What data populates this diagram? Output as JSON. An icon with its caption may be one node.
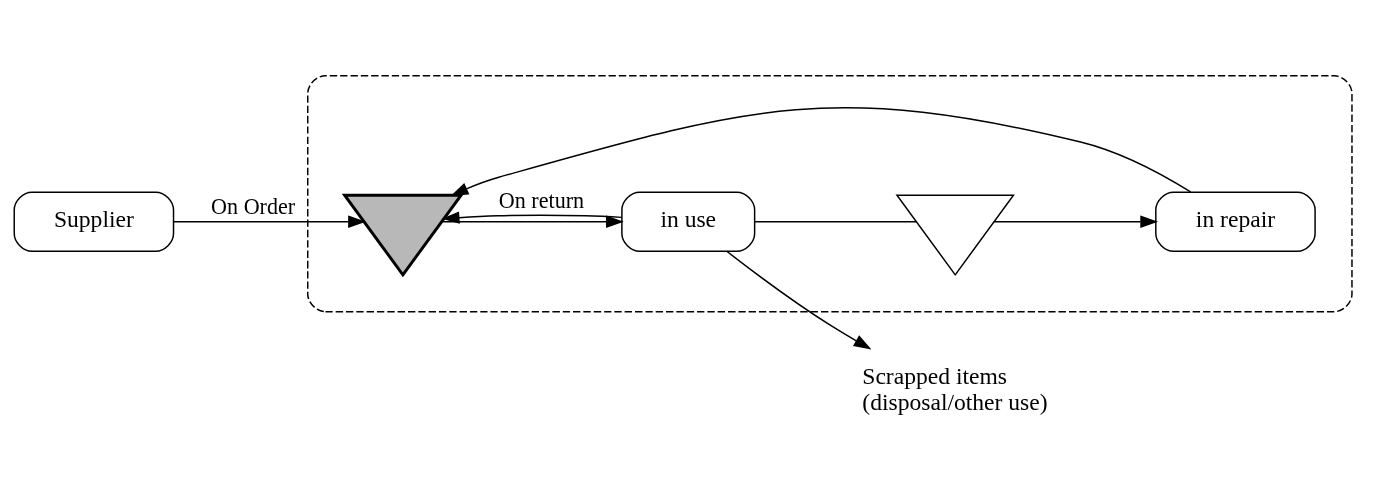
{
  "diagram": {
    "nodes": [
      {
        "text": [
          "Supplier"
        ]
      },
      {
        "text": [],
        "shape": "box"
      },
      {
        "text": [],
        "shape": "triangle",
        "in": 1
      },
      {
        "text": [
          "in use"
        ],
        "in": 1
      },
      {
        "text": [],
        "shape": "triangle",
        "in": 1
      },
      {
        "text": [
          "in repair"
        ],
        "in": 1
      },
      {
        "text": [
          "Scrapped items (disposal/other use)"
        ]
      }
    ],
    "edges": [
      {
        "from": 0,
        "to": 2,
        "arrow": "to",
        "label": "On Order"
      },
      {
        "from": 2,
        "to": 3,
        "arrow": "to"
      },
      {
        "from": 3,
        "to": 6,
        "arrow": "to"
      },
      {
        "from": 3,
        "to": 2,
        "arrow": "to",
        "label": "On return"
      },
      {
        "from": 3,
        "to": 4,
        "arrow": "none"
      },
      {
        "from": 4,
        "to": 5,
        "arrow": "to"
      },
      {
        "from": 5,
        "to": 2,
        "arrow": "to"
      }
    ]
  }
}
